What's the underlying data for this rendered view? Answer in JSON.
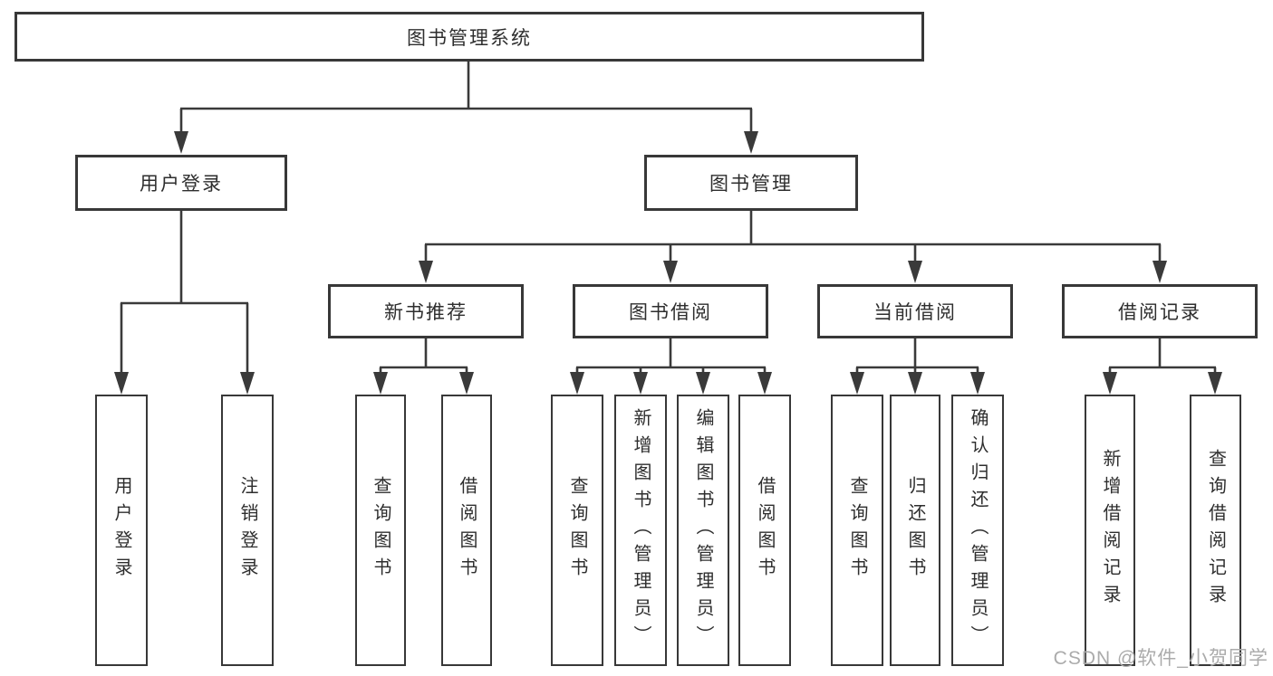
{
  "diagram": {
    "root": {
      "label": "图书管理系统"
    },
    "branches": [
      {
        "label": "用户登录",
        "leaves": [
          "用户登录",
          "注销登录"
        ]
      },
      {
        "label": "图书管理",
        "children": [
          {
            "label": "新书推荐",
            "leaves": [
              "查询图书",
              "借阅图书"
            ]
          },
          {
            "label": "图书借阅",
            "leaves": [
              "查询图书",
              "新增图书（管理员）",
              "编辑图书（管理员）",
              "借阅图书"
            ]
          },
          {
            "label": "当前借阅",
            "leaves": [
              "查询图书",
              "归还图书",
              "确认归还（管理员）"
            ]
          },
          {
            "label": "借阅记录",
            "leaves": [
              "新增借阅记录",
              "查询借阅记录"
            ]
          }
        ]
      }
    ]
  },
  "watermark": "CSDN @软件_小贺同学",
  "colors": {
    "line": "#3a3a3a",
    "box_border": "#383838",
    "text": "#2e2e2e",
    "watermark": "#ababab",
    "background": "#ffffff"
  }
}
